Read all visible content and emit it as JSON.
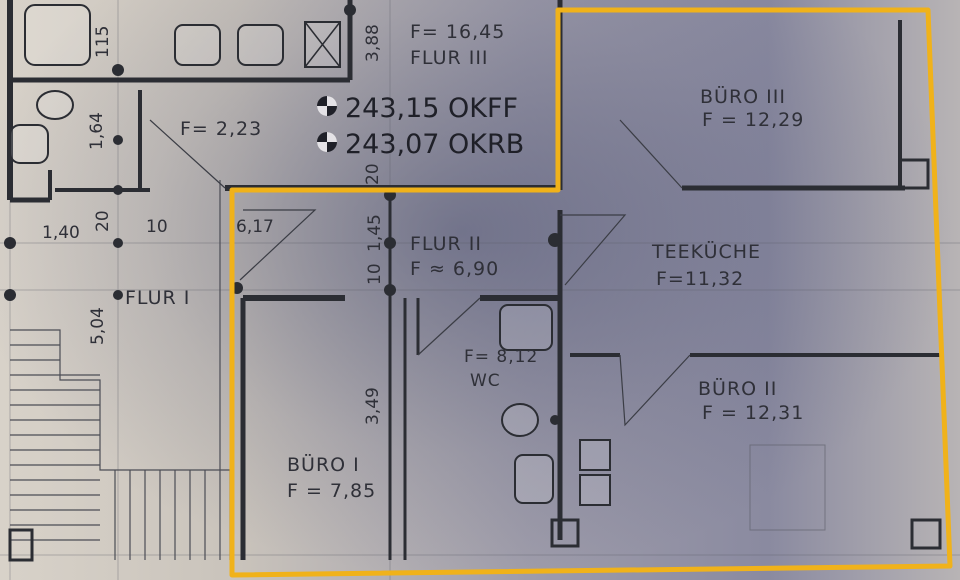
{
  "highlight_color": "#f0b21a",
  "elevations": {
    "okff": "243,15 OKFF",
    "okrb": "243,07 OKRB"
  },
  "rooms": {
    "flur3": {
      "name": "FLUR III",
      "area": "F= 16,45"
    },
    "flur_small": {
      "area": "F= 2,23"
    },
    "buero3": {
      "name": "BÜRO III",
      "area": "F = 12,29"
    },
    "flur2": {
      "name": "FLUR II",
      "area": "F ≈ 6,90"
    },
    "teekueche": {
      "name": "TEEKÜCHE",
      "area": "F=11,32"
    },
    "flur1": {
      "name": "FLUR I"
    },
    "wc": {
      "name": "WC",
      "area": "F= 8,12"
    },
    "buero2": {
      "name": "BÜRO II",
      "area": "F = 12,31"
    },
    "buero1": {
      "name": "BÜRO I",
      "area": "F = 7,85"
    }
  },
  "dimensions": {
    "d115": "115",
    "d388": "3,88",
    "d164": "1,64",
    "d20a": "20",
    "d140": "1,40",
    "d20b": "20",
    "d10a": "10",
    "d617": "6,17",
    "d145": "1,45",
    "d10b": "10",
    "d504": "5,04",
    "d349": "3,49"
  }
}
